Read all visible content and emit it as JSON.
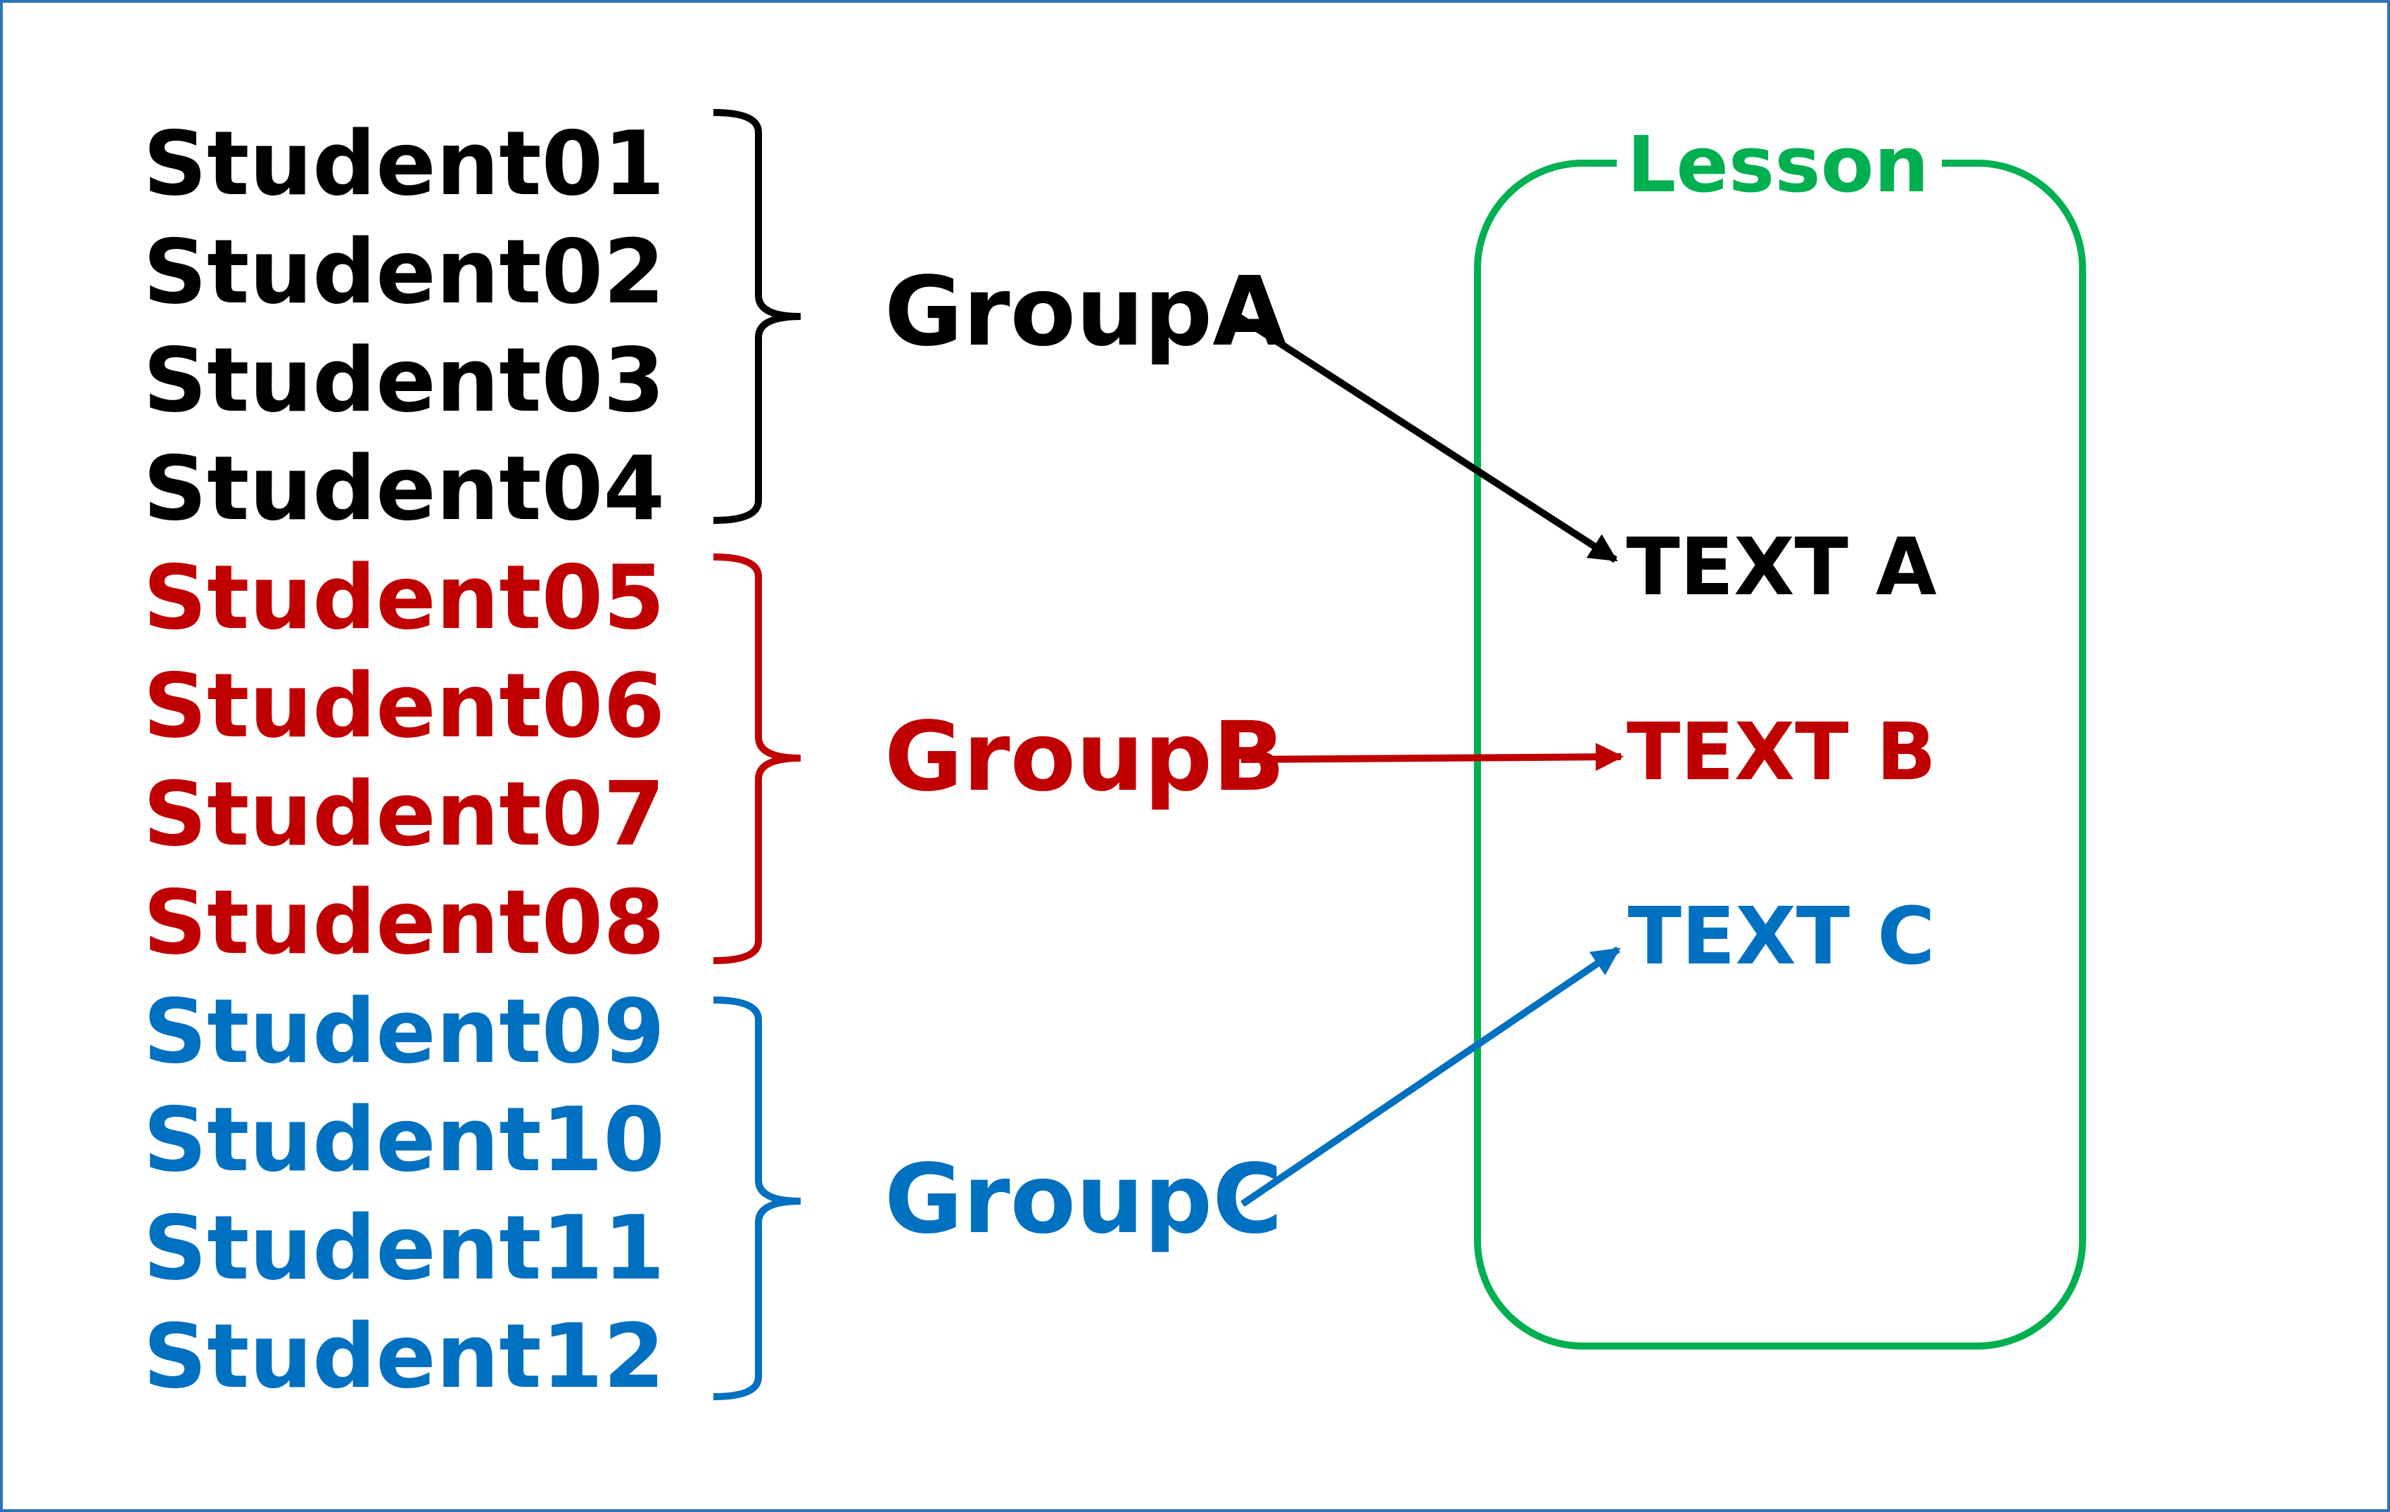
{
  "colors": {
    "frame": "#2e75b6",
    "black": "#000000",
    "red": "#c00000",
    "blue": "#0070c0",
    "green": "#00b050"
  },
  "lesson": {
    "label": "Lesson",
    "texts": [
      {
        "label": "TEXT A",
        "color": "#000000"
      },
      {
        "label": "TEXT B",
        "color": "#c00000"
      },
      {
        "label": "TEXT C",
        "color": "#0070c0"
      }
    ]
  },
  "groups": [
    {
      "name": "GroupA",
      "color": "#000000",
      "students": [
        "Student01",
        "Student02",
        "Student03",
        "Student04"
      ],
      "target": "TEXT A"
    },
    {
      "name": "GroupB",
      "color": "#c00000",
      "students": [
        "Student05",
        "Student06",
        "Student07",
        "Student08"
      ],
      "target": "TEXT B"
    },
    {
      "name": "GroupC",
      "color": "#0070c0",
      "students": [
        "Student09",
        "Student10",
        "Student11",
        "Student12"
      ],
      "target": "TEXT C"
    }
  ]
}
